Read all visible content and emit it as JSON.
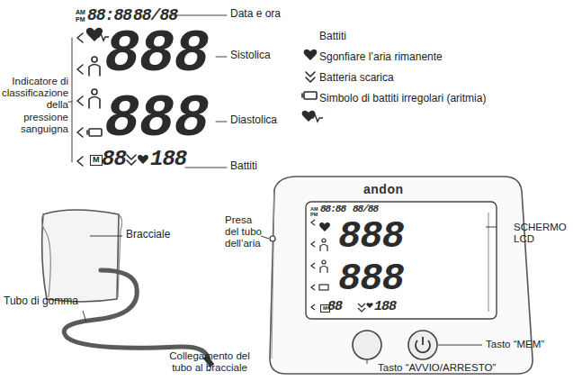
{
  "diagram": {
    "labels": [
      "AM",
      "PM",
      "88:88",
      "88/88",
      "Data e ora",
      "888",
      "Sistolica",
      "888",
      "Diastolica",
      "M",
      "88",
      "188",
      "Battiti",
      "Indicatore di classificazione della pressione sanguigna",
      "Bracciale",
      "Tubo di gomma",
      "Collegamento del tubo al bracciale",
      "andon",
      "AM",
      "PM",
      "88:88",
      "88/88",
      "888",
      "888",
      "M",
      "88",
      "188",
      "Presa del tubo dell’aria",
      "SCHERMO LCD",
      "Tasto “MEM”",
      "Tasto “AVVIO/ARRESTO”"
    ],
    "legend": [
      {
        "text": "Battiti"
      },
      {
        "text": "Sgonfiare l’aria rimanente"
      },
      {
        "text": "Batteria scarica"
      },
      {
        "text": "Simbolo di battiti irregolari (aritmia)"
      }
    ]
  }
}
